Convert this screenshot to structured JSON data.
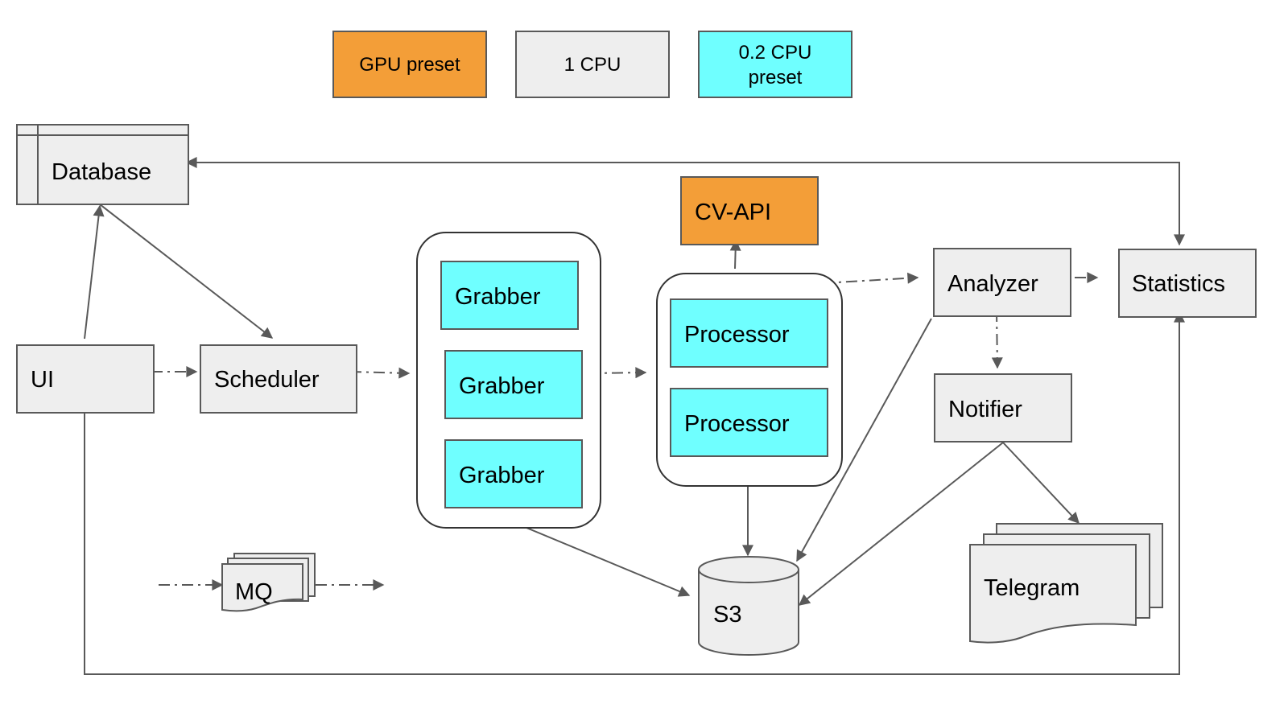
{
  "colors": {
    "gpu": "#f39e38",
    "cpu": "#eeeeee",
    "cpu_small": "#6fffff",
    "line": "#595959"
  },
  "legend": {
    "gpu_label": "GPU preset",
    "cpu_label": "1 CPU",
    "cpu_small_line1": "0.2 CPU",
    "cpu_small_line2": "preset"
  },
  "nodes": {
    "database": "Database",
    "ui": "UI",
    "scheduler": "Scheduler",
    "grabbers": [
      "Grabber",
      "Grabber",
      "Grabber"
    ],
    "cv_api": "CV-API",
    "processors": [
      "Processor",
      "Processor"
    ],
    "analyzer": "Analyzer",
    "statistics": "Statistics",
    "notifier": "Notifier",
    "s3": "S3",
    "telegram": "Telegram",
    "mq": "MQ"
  },
  "edges": [
    {
      "from": "UI",
      "to": "Database",
      "style": "solid"
    },
    {
      "from": "Database",
      "to": "Scheduler",
      "style": "solid"
    },
    {
      "from": "UI",
      "to": "Scheduler",
      "style": "dash-dot"
    },
    {
      "from": "Scheduler",
      "to": "Grabbers",
      "style": "dash-dot"
    },
    {
      "from": "Grabbers",
      "to": "Processors",
      "style": "dash-dot"
    },
    {
      "from": "Processors",
      "to": "CV-API",
      "style": "solid"
    },
    {
      "from": "Processors",
      "to": "Analyzer",
      "style": "dash-dot"
    },
    {
      "from": "Analyzer",
      "to": "Statistics",
      "style": "dash-dot"
    },
    {
      "from": "Analyzer",
      "to": "Notifier",
      "style": "dash-dot"
    },
    {
      "from": "Statistics",
      "to": "Database",
      "style": "solid"
    },
    {
      "from": "Database",
      "to": "Statistics",
      "style": "solid"
    },
    {
      "from": "UI",
      "to": "Statistics",
      "style": "solid"
    },
    {
      "from": "Grabbers",
      "to": "S3",
      "style": "solid"
    },
    {
      "from": "Processors",
      "to": "S3",
      "style": "solid"
    },
    {
      "from": "Analyzer",
      "to": "S3",
      "style": "solid"
    },
    {
      "from": "Notifier",
      "to": "S3",
      "style": "solid"
    },
    {
      "from": "Notifier",
      "to": "Telegram",
      "style": "solid"
    }
  ]
}
